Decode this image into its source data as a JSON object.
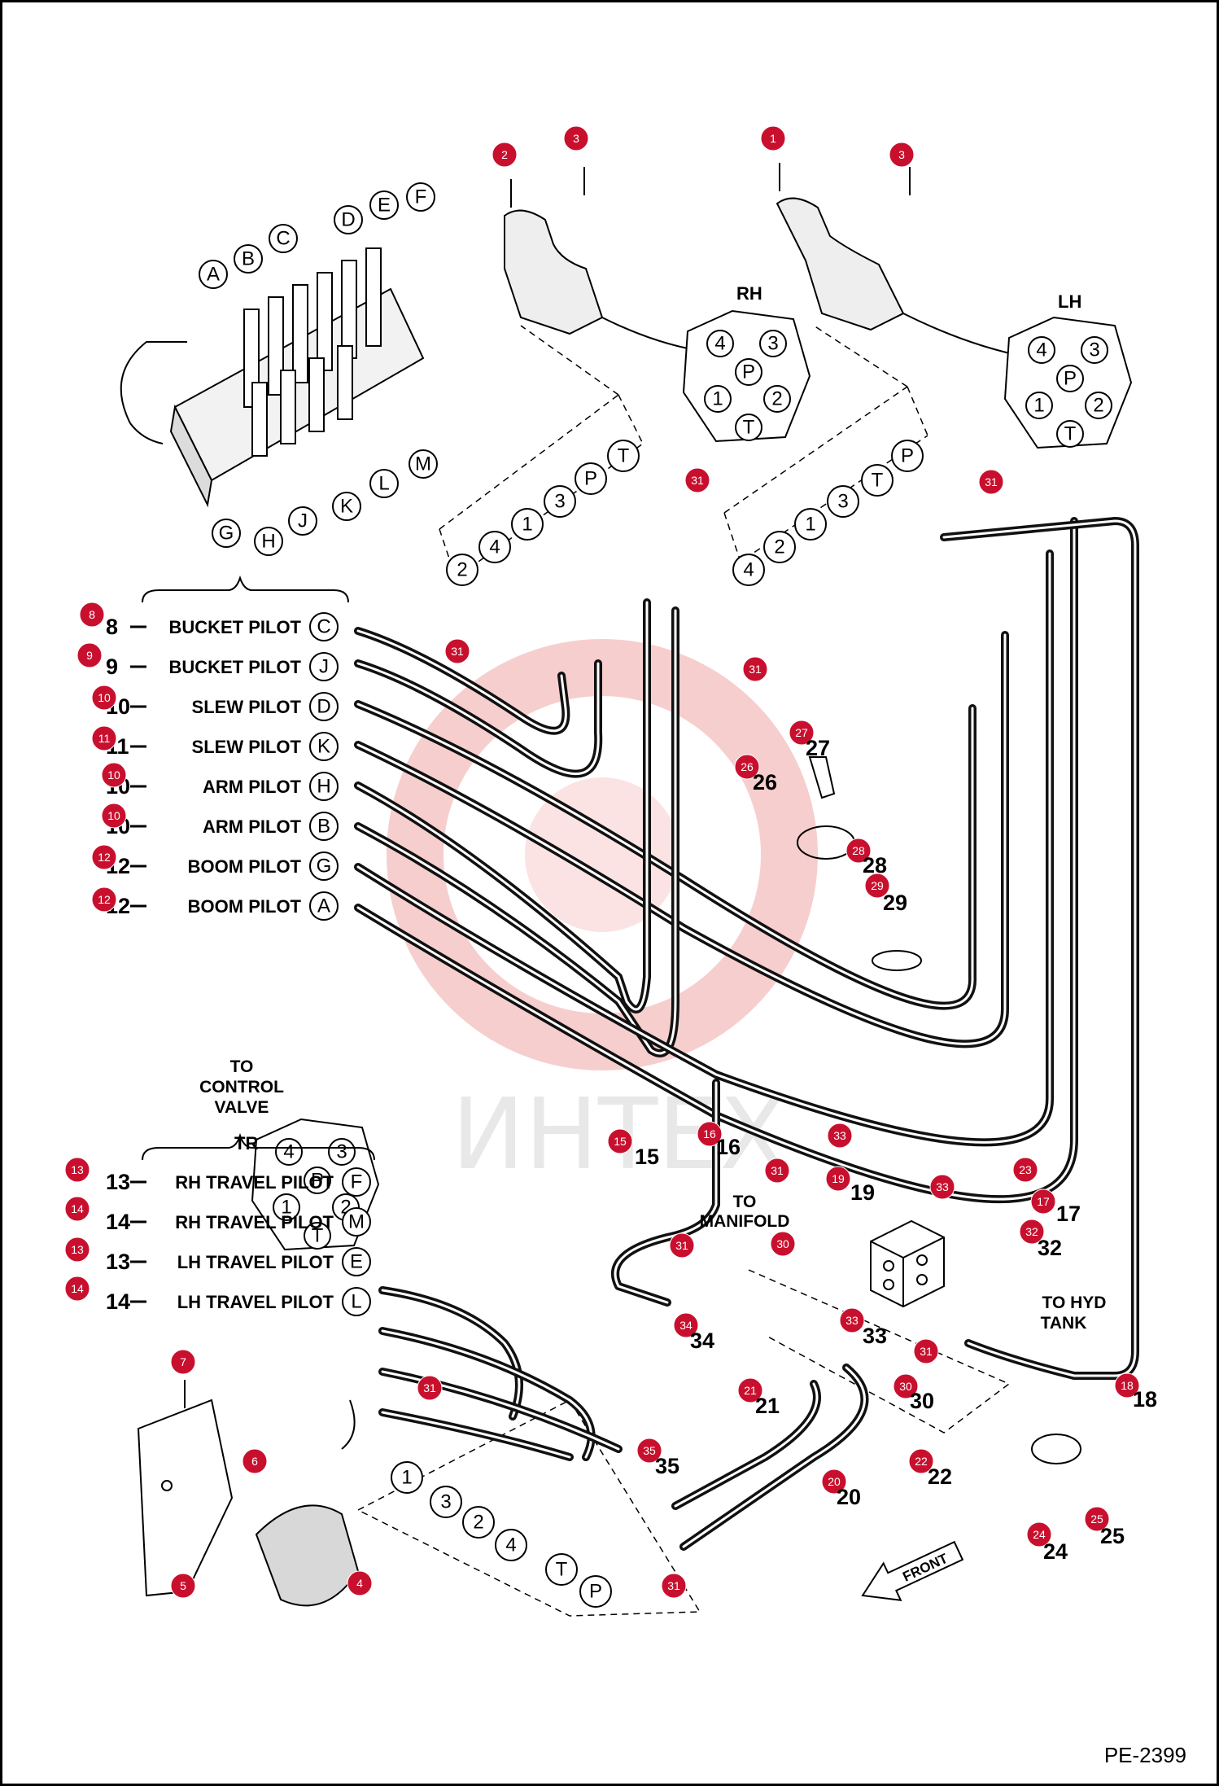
{
  "diagram": {
    "code": "PE-2399",
    "watermark": "ИНТЕХ",
    "connector_rh_title": "RH",
    "connector_lh_title": "LH",
    "connector_tr_title": "TR",
    "to_control_valve": [
      "TO",
      "CONTROL",
      "VALVE"
    ],
    "to_manifold": [
      "TO",
      "MANIFOLD"
    ],
    "to_hyd_tank": [
      "TO HYD",
      "TANK"
    ],
    "front": "FRONT",
    "connector_pins": [
      "4",
      "3",
      "P",
      "1",
      "2",
      "T"
    ],
    "tr_pins": [
      "4",
      "3",
      "P",
      "1",
      "2",
      "T"
    ]
  },
  "valve_letters": [
    "A",
    "B",
    "C",
    "D",
    "E",
    "F",
    "G",
    "H",
    "J",
    "K",
    "L",
    "M"
  ],
  "pilot_lines": [
    {
      "num": "8",
      "label": "BUCKET PILOT",
      "port": "C"
    },
    {
      "num": "9",
      "label": "BUCKET PILOT",
      "port": "J"
    },
    {
      "num": "10",
      "label": "SLEW PILOT",
      "port": "D"
    },
    {
      "num": "11",
      "label": "SLEW PILOT",
      "port": "K"
    },
    {
      "num": "10",
      "label": "ARM PILOT",
      "port": "H"
    },
    {
      "num": "10",
      "label": "ARM PILOT",
      "port": "B"
    },
    {
      "num": "12",
      "label": "BOOM PILOT",
      "port": "G"
    },
    {
      "num": "12",
      "label": "BOOM PILOT",
      "port": "A"
    }
  ],
  "travel_lines": [
    {
      "num": "13",
      "label": "RH TRAVEL PILOT",
      "port": "F"
    },
    {
      "num": "14",
      "label": "RH TRAVEL PILOT",
      "port": "M"
    },
    {
      "num": "13",
      "label": "LH TRAVEL PILOT",
      "port": "E"
    },
    {
      "num": "14",
      "label": "LH TRAVEL PILOT",
      "port": "L"
    }
  ],
  "rh_ports": [
    "2",
    "4",
    "1",
    "3",
    "P",
    "T"
  ],
  "lh_ports": [
    "4",
    "2",
    "1",
    "3",
    "T",
    "P"
  ],
  "tr_ports": [
    "1",
    "3",
    "2",
    "4",
    "T",
    "P"
  ],
  "callouts": [
    "1",
    "2",
    "3",
    "4",
    "5",
    "6",
    "7",
    "8",
    "9",
    "10",
    "11",
    "12",
    "13",
    "14",
    "15",
    "16",
    "17",
    "18",
    "19",
    "20",
    "21",
    "22",
    "23",
    "24",
    "25",
    "26",
    "27",
    "28",
    "29",
    "30",
    "31",
    "32",
    "33",
    "34",
    "35"
  ]
}
